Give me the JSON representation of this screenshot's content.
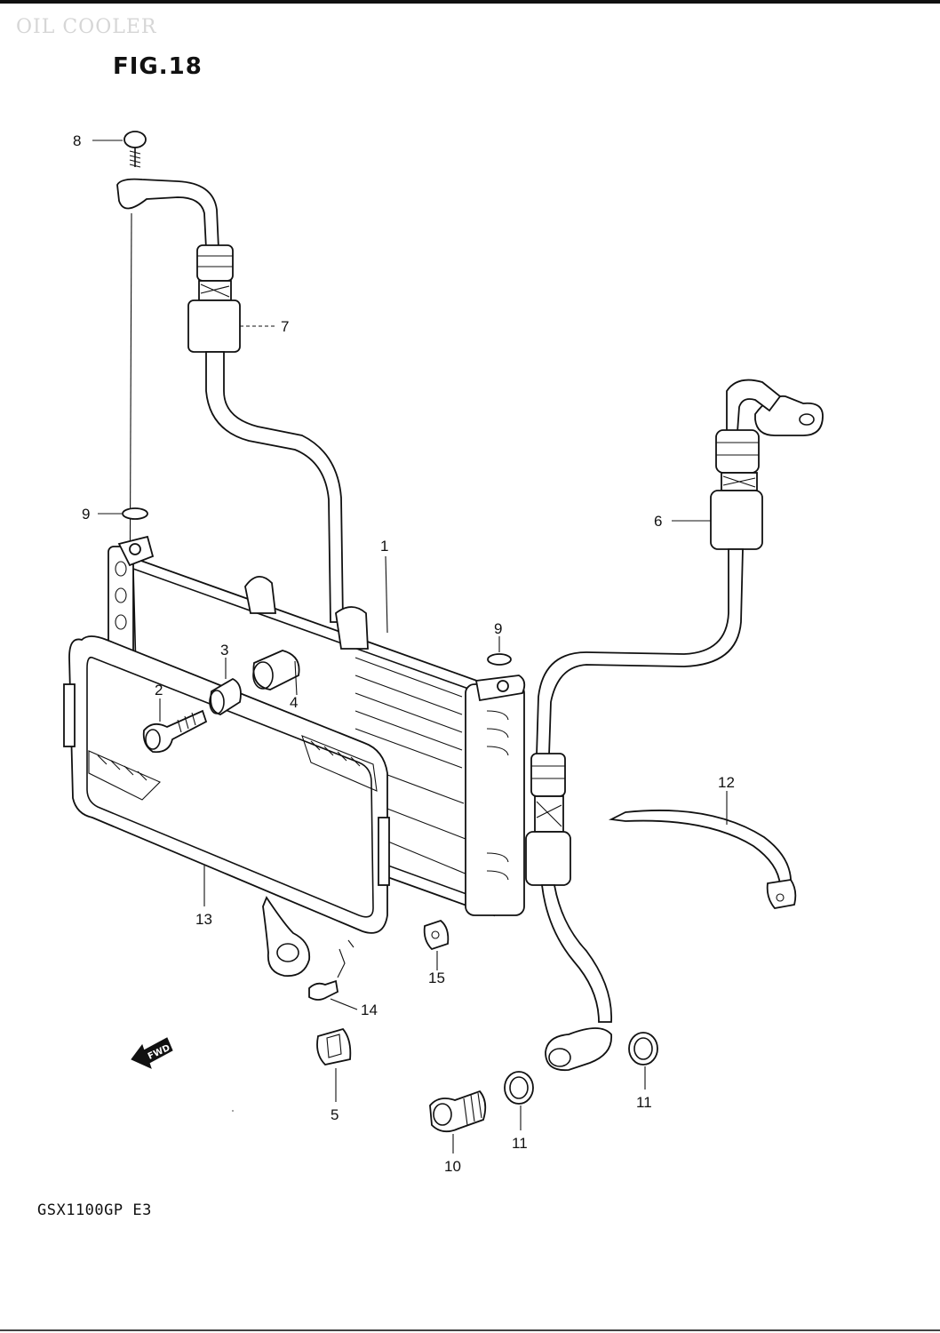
{
  "header": {
    "faint_title": "OIL COOLER",
    "figure_label": "FIG.18"
  },
  "footer": {
    "model_code": "GSX1100GP  E3"
  },
  "fwd_marker": {
    "label": "FWD",
    "icon": "forward-direction-arrow-icon"
  },
  "callouts": {
    "c1": "1",
    "c2": "2",
    "c3": "3",
    "c4": "4",
    "c5": "5",
    "c6": "6",
    "c7": "7",
    "c8": "8",
    "c9a": "9",
    "c9b": "9",
    "c10": "10",
    "c11a": "11",
    "c11b": "11",
    "c12": "12",
    "c13": "13",
    "c14": "14",
    "c15": "15"
  }
}
